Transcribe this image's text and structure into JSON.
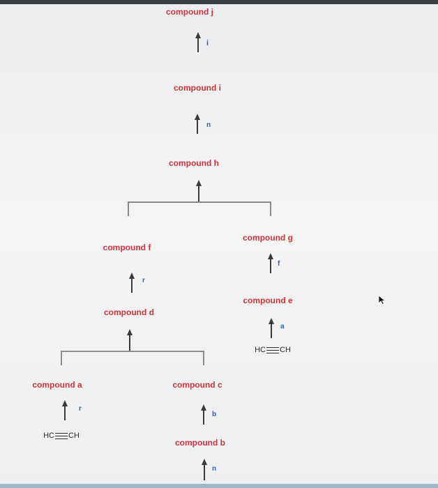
{
  "compounds": {
    "j": "compound j",
    "i": "compound i",
    "h": "compound h",
    "f": "compound f",
    "g": "compound g",
    "d": "compound d",
    "e": "compound e",
    "a": "compound a",
    "c": "compound c",
    "b": "compound b"
  },
  "reagents": {
    "i_to_j": "i",
    "h_to_i": "n",
    "f_to_g": "f",
    "d_to_f": "r",
    "e_to_g": "a",
    "a_from_acetylene": "r",
    "b_to_c": "b",
    "to_b": "n"
  },
  "starting_materials": {
    "acetylene_left": {
      "left": "HC",
      "right": "CH"
    },
    "acetylene_right": {
      "left": "HC",
      "right": "CH"
    }
  },
  "colors": {
    "compound_label": "#c8343f",
    "reagent_label": "#2f5fbf",
    "arrow": "#3a3a3a",
    "bracket": "#8a8a8a"
  },
  "icons": [
    "up-arrow-icon",
    "triple-bond-icon",
    "mouse-cursor-icon"
  ]
}
